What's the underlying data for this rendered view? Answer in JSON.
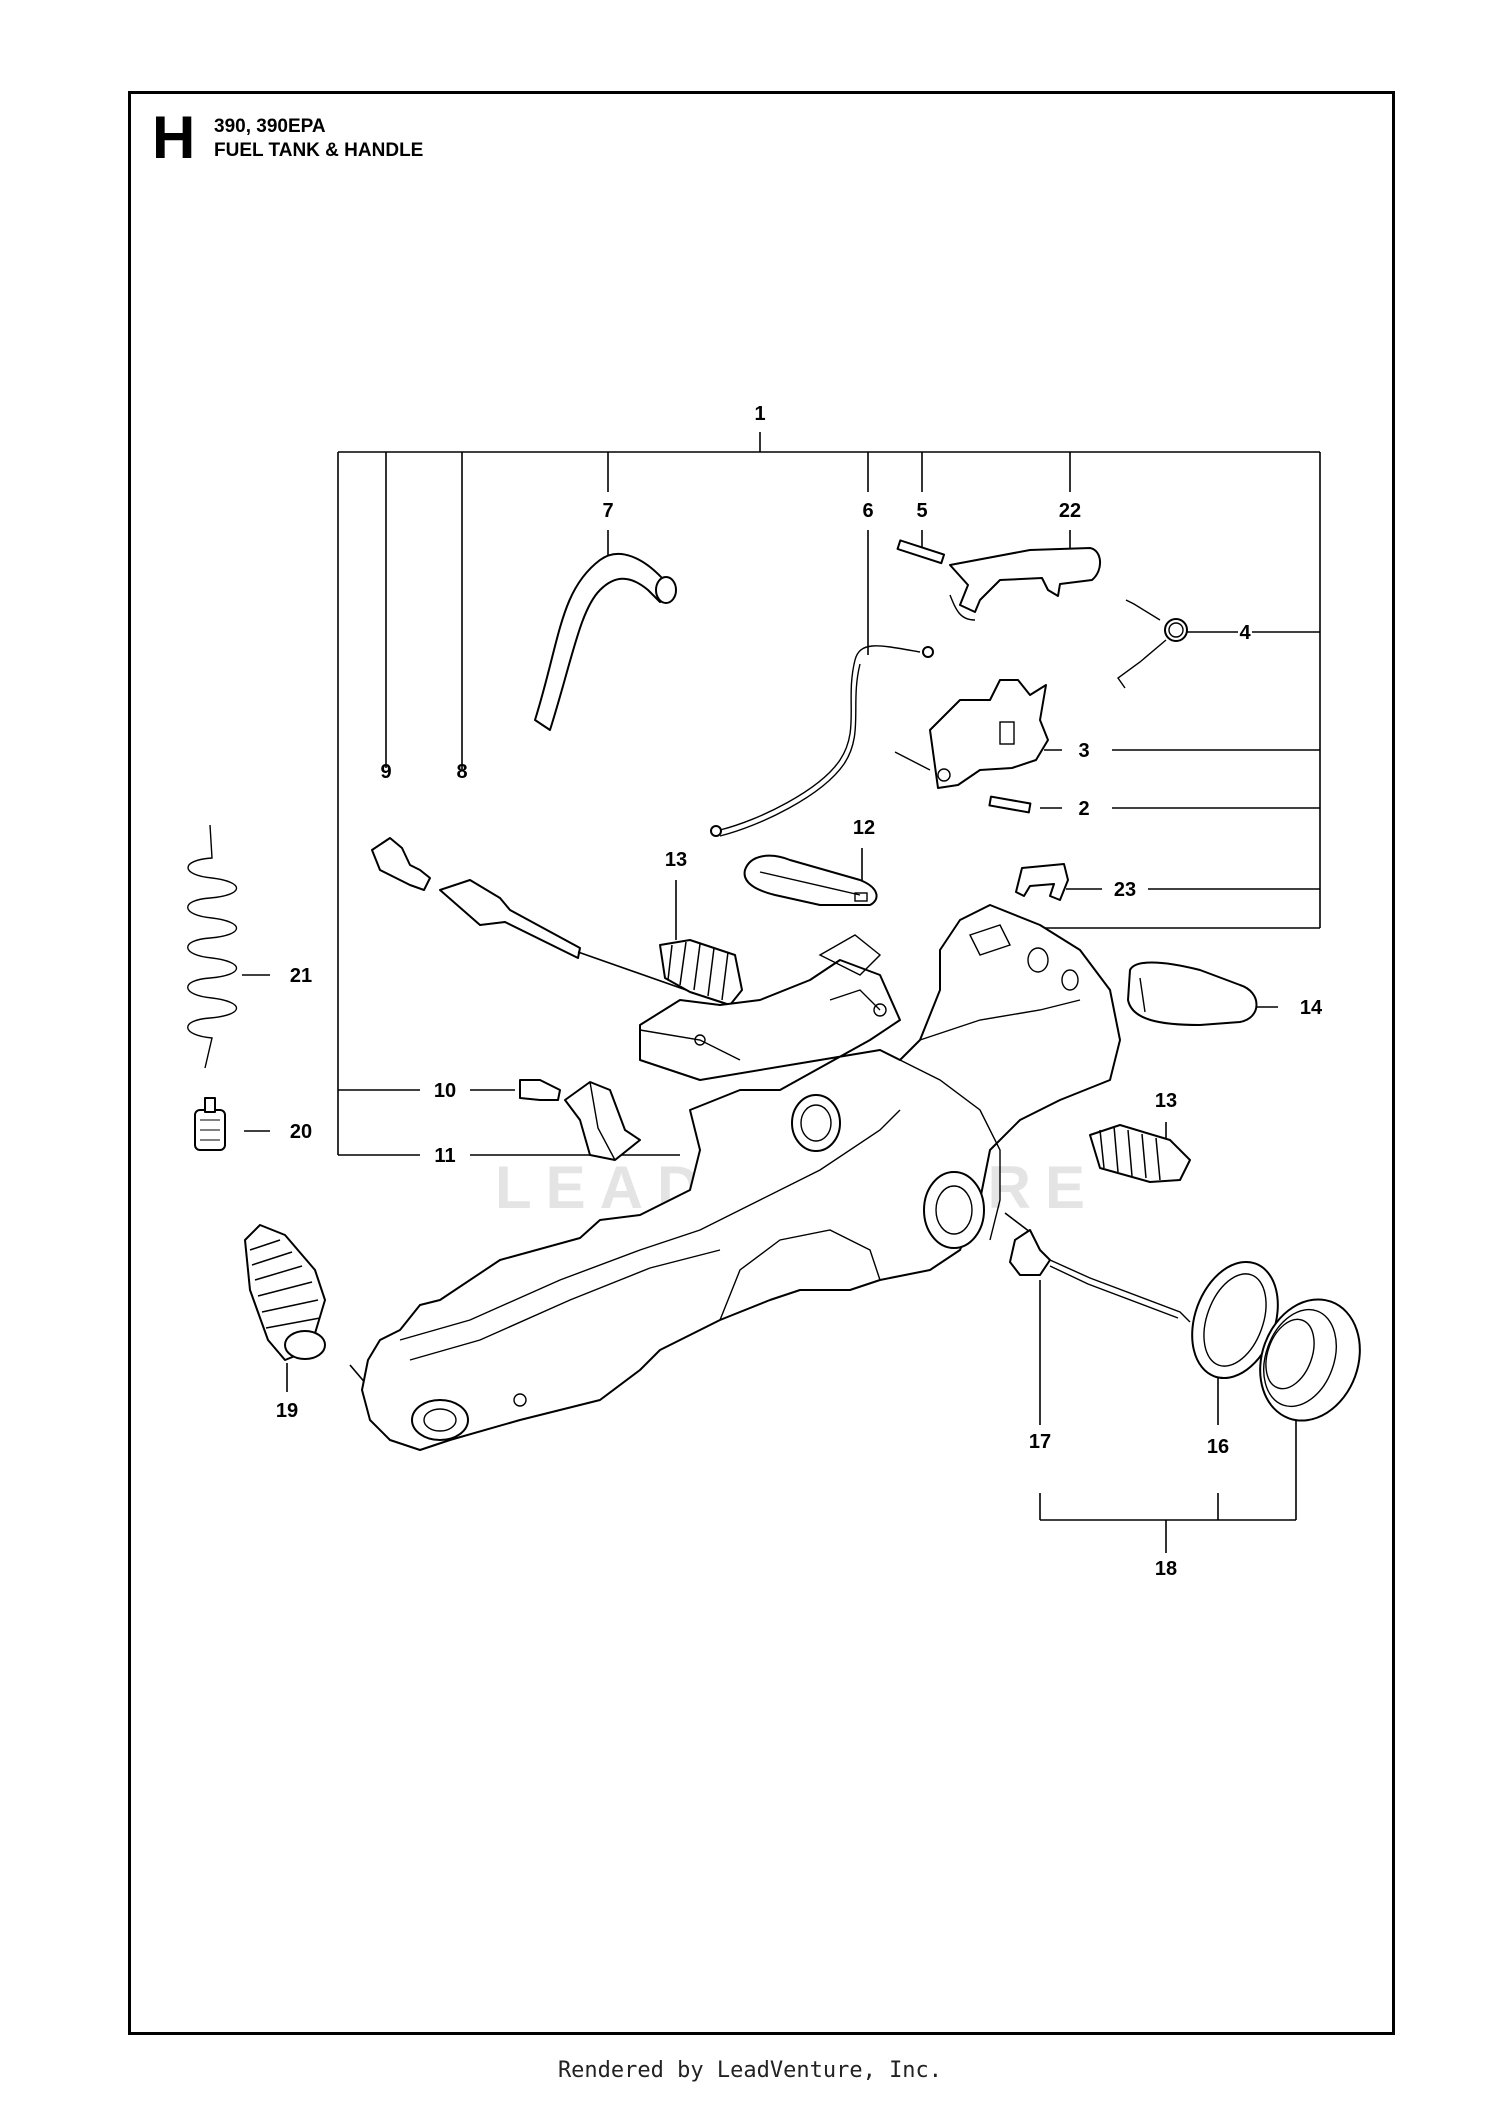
{
  "header": {
    "section_letter": "H",
    "models": "390, 390EPA",
    "title": "FUEL TANK & HANDLE"
  },
  "watermark": "LEADVENTURE",
  "footer": "Rendered by LeadVenture, Inc.",
  "callouts": {
    "n1": "1",
    "n2": "2",
    "n3": "3",
    "n4": "4",
    "n5": "5",
    "n6": "6",
    "n7": "7",
    "n8": "8",
    "n9": "9",
    "n10": "10",
    "n11": "11",
    "n12": "12",
    "n13a": "13",
    "n13b": "13",
    "n14": "14",
    "n16": "16",
    "n17": "17",
    "n18": "18",
    "n19": "19",
    "n20": "20",
    "n21": "21",
    "n22": "22",
    "n23": "23"
  }
}
